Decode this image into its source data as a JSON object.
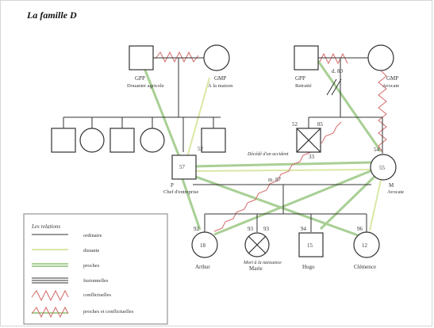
{
  "title": "La famille D",
  "colors": {
    "line": "#333333",
    "conflict": "#d46a6a",
    "close": "#9ccc8a",
    "distant": "#d8e8a4",
    "fused": "#333333"
  },
  "grandparents_left": {
    "gpp_label": "GPP",
    "gpp_occupation": "Douanier agricole",
    "gmp_label": "GMP",
    "gmp_occupation": "À la maison"
  },
  "grandparents_right": {
    "gpp_label": "GPP",
    "gpp_occupation": "Retraité",
    "death_label": "d. 80",
    "gmp_label": "GMP",
    "gmp_occupation": "Avocate"
  },
  "maternal_sibling": {
    "birth_year": "52",
    "death_year": "85",
    "age": "33",
    "note": "Décédé d'un accident"
  },
  "father": {
    "age": "57",
    "birth_year": "52",
    "label": "P",
    "occupation": "Chef d'entreprise"
  },
  "mother": {
    "age": "55",
    "birth_year": "54",
    "label": "M",
    "occupation": "Avocate"
  },
  "marriage": "m. 87",
  "children": [
    {
      "name": "Arthur",
      "birth_year": "92",
      "age": "18"
    },
    {
      "name": "Marie",
      "birth_year": "93",
      "death_year": "93",
      "note": "Mort à la naissance"
    },
    {
      "name": "Hugo",
      "birth_year": "94",
      "age": "15"
    },
    {
      "name": "Clémence",
      "birth_year": "96",
      "age": "12"
    }
  ],
  "legend": {
    "title": "Les relations",
    "items": [
      {
        "label": "ordinaire",
        "type": "ordinary"
      },
      {
        "label": "distante",
        "type": "distant"
      },
      {
        "label": "proches",
        "type": "close"
      },
      {
        "label": "fusionnelles",
        "type": "fused"
      },
      {
        "label": "conflictuelles",
        "type": "conflict"
      },
      {
        "label": "proches et conflictuelles",
        "type": "close-conflict"
      }
    ]
  }
}
